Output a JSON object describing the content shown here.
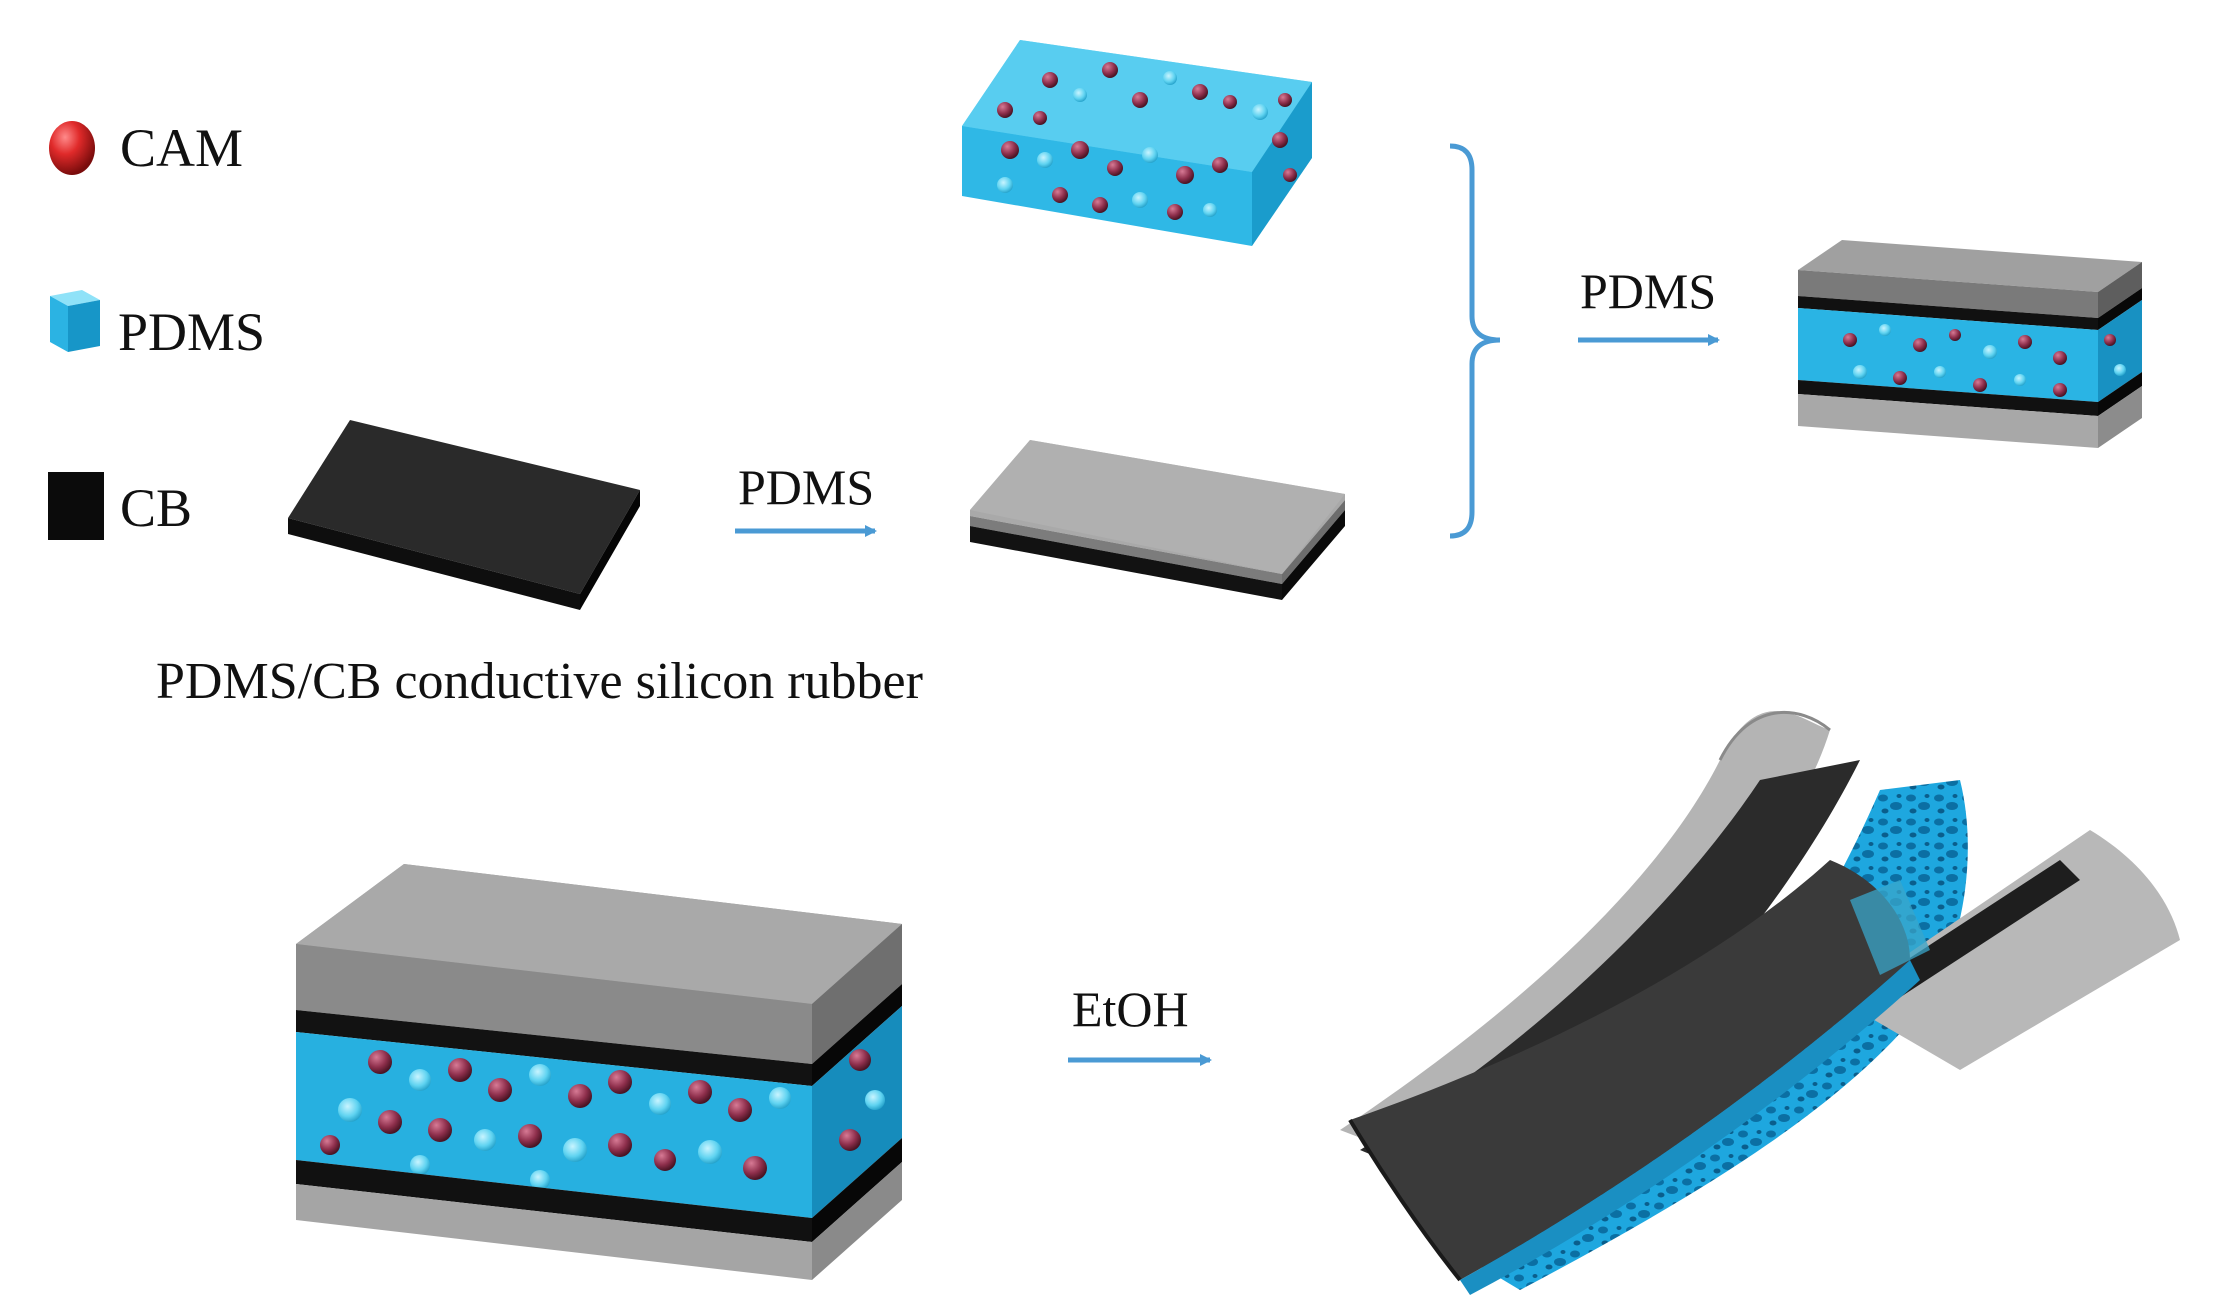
{
  "legend": [
    {
      "icon": "red-sphere-icon",
      "label": "CAM",
      "color": "#d9202a"
    },
    {
      "icon": "blue-cube-icon",
      "label": "PDMS",
      "color": "#29b6e6"
    },
    {
      "icon": "black-square-icon",
      "label": "CB",
      "color": "#0d0d0d"
    }
  ],
  "steps": {
    "coat_arrow_label": "PDMS",
    "assemble_arrow_label": "PDMS",
    "etch_arrow_label": "EtOH"
  },
  "caption": "PDMS/CB conductive silicon rubber",
  "colors": {
    "pdms_blue": "#29b6e6",
    "cam_red": "#9c3a57",
    "cb_black": "#1a1a1a",
    "pdms_grey": "#8a8a8a",
    "arrow_blue": "#4a9ad4"
  }
}
